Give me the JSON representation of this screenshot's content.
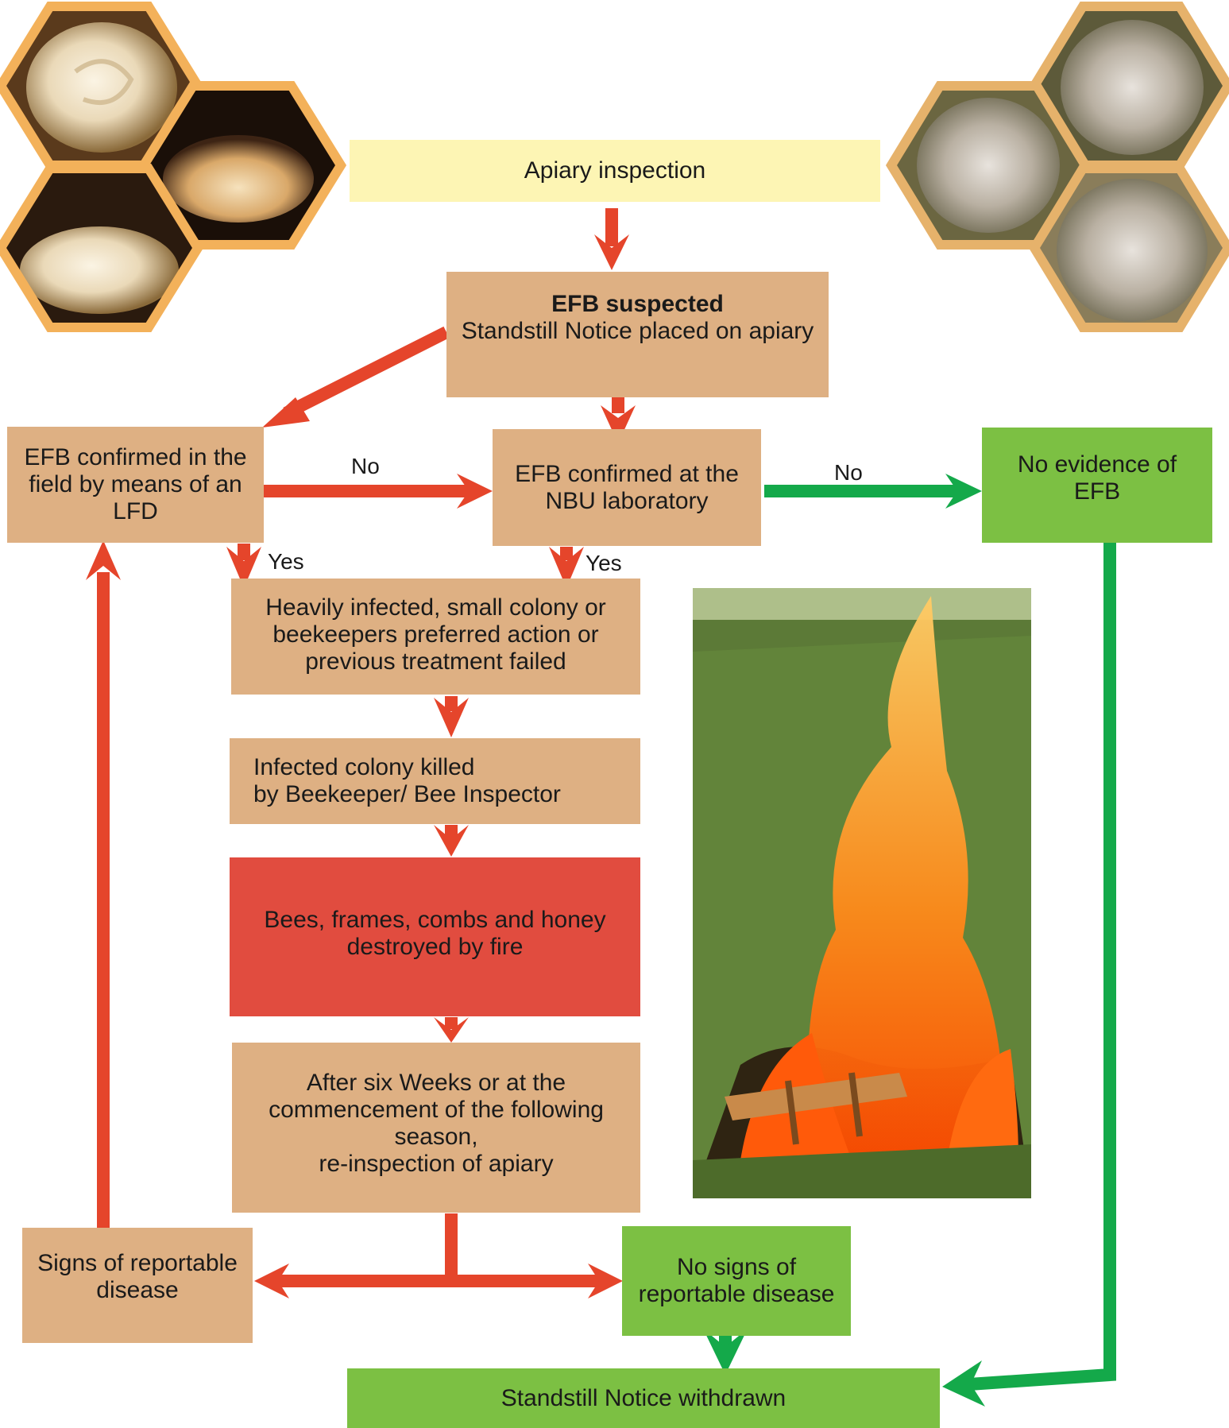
{
  "boxes": {
    "apiary_inspection": [
      "Apiary inspection"
    ],
    "efb_suspected": {
      "title": "EFB suspected",
      "text": "Standstill Notice placed on apiary"
    },
    "efb_field": [
      "EFB confirmed in the",
      "field by means of an",
      "LFD"
    ],
    "efb_lab": [
      "EFB confirmed at the",
      "NBU laboratory"
    ],
    "no_evidence": [
      "No evidence of",
      "EFB"
    ],
    "heavily_infected": [
      "Heavily infected, small colony or",
      "beekeepers preferred action or",
      "previous treatment failed"
    ],
    "colony_killed": [
      "Infected colony killed",
      "by Beekeeper/ Bee Inspector"
    ],
    "destroyed_fire": [
      "Bees, frames, combs and honey",
      "destroyed by fire"
    ],
    "reinspection": [
      "After six Weeks or at the",
      "commencement of the following",
      "season,",
      "re-inspection of apiary"
    ],
    "signs_reportable": [
      "Signs of reportable",
      "disease"
    ],
    "no_signs": [
      "No signs of",
      "reportable disease"
    ],
    "withdrawn": [
      "Standstill Notice withdrawn"
    ]
  },
  "labels": {
    "no_field_to_lab": "No",
    "no_lab_to_evidence": "No",
    "yes_field": "Yes",
    "yes_lab": "Yes"
  },
  "colors": {
    "tan": "#deb083",
    "green_box": "#7cc043",
    "yellow_box": "#fdf5b4",
    "red_box": "#e14c3f",
    "red_arrow": "#e5452b",
    "green_arrow": "#14a94a",
    "honeycomb_border": "#f3b15a"
  },
  "images": [
    "honeycomb-healthy-larvae",
    "honeycomb-infected-larvae",
    "burning-hive-photo"
  ]
}
